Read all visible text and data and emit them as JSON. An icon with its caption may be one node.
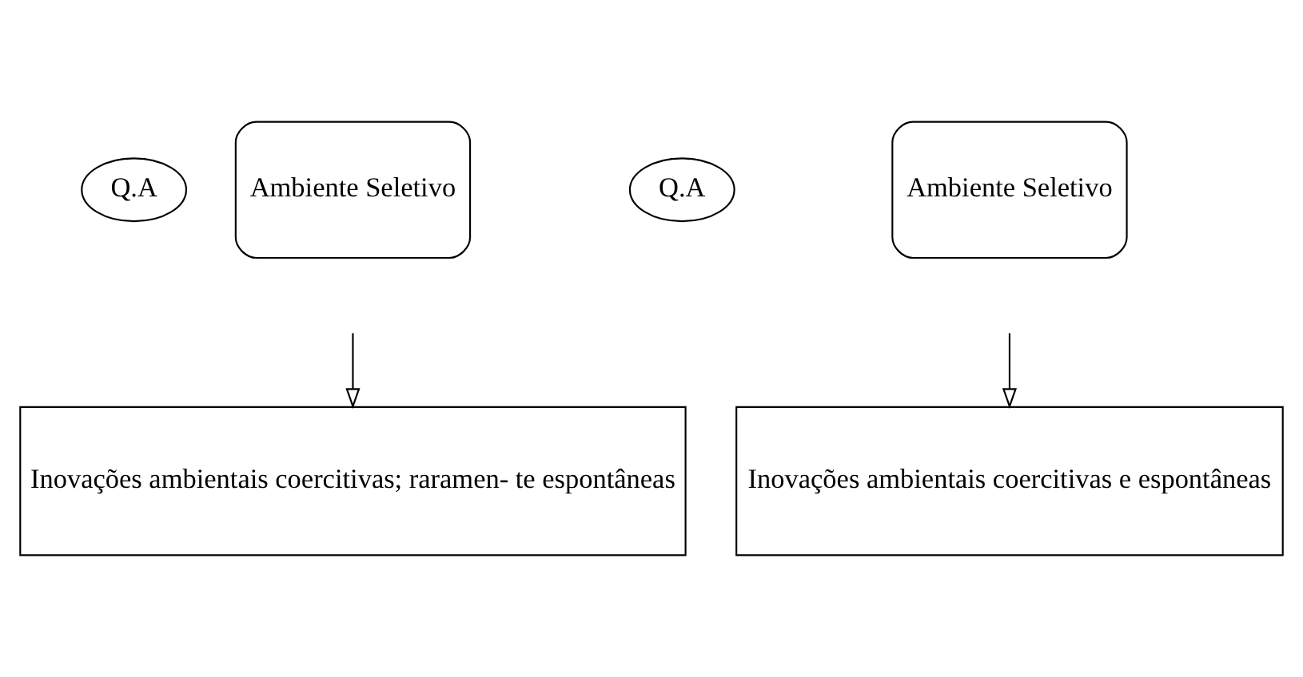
{
  "diagram": {
    "nodes": [
      {
        "text": [
          "Q.A"
        ]
      },
      {
        "text": [
          "Ambiente Seletivo"
        ]
      },
      {
        "text": [
          "Q.A"
        ]
      },
      {
        "text": [
          "Ambiente Seletivo"
        ]
      },
      {
        "text": [
          "Inovações ambientais coercitivas; raramen- te espontâneas"
        ]
      },
      {
        "text": [
          "Inovações ambientais coercitivas e espontâneas"
        ]
      }
    ],
    "edges": [
      {
        "from": null,
        "to": 4,
        "arrow": "to"
      },
      {
        "from": null,
        "to": 5,
        "arrow": "to"
      }
    ]
  }
}
